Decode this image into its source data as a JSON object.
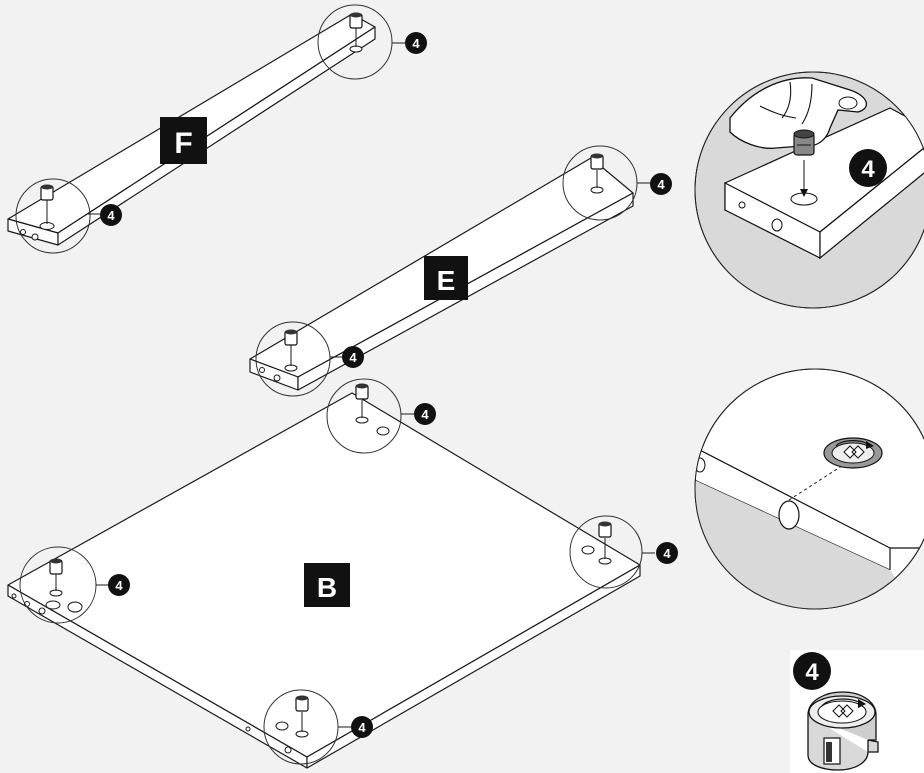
{
  "panels": [
    {
      "label": "F"
    },
    {
      "label": "E"
    },
    {
      "label": "B"
    }
  ],
  "part_number": "4",
  "colors": {
    "ink": "#111111",
    "paper": "#ffffff",
    "background": "#f2f2f2",
    "detail_shadow": "#d9d9d9"
  },
  "icons": [
    "cam-lock-fitting-icon",
    "hand-icon",
    "screwdriver-arrow-icon"
  ]
}
